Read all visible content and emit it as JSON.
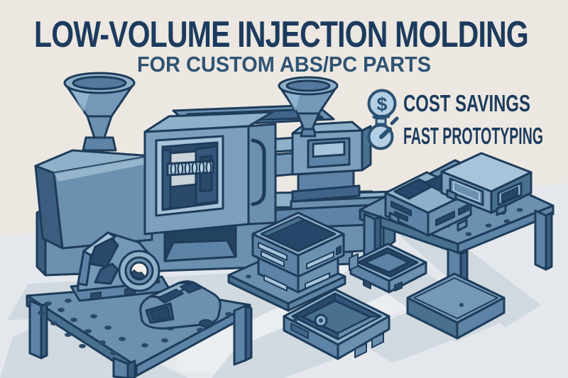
{
  "header": {
    "title": "LOW-VOLUME INJECTION MOLDING",
    "subtitle": "FOR CUSTOM ABS/PC PARTS"
  },
  "features": [
    {
      "label": "COST SAVINGS",
      "icon": "dollar-coin-icon",
      "icon_glyph": "$"
    },
    {
      "label": "FAST PROTOTYPING",
      "icon": "stopwatch-icon"
    }
  ],
  "illustration": {
    "scene": "Isometric flat-style illustration of an injection molding machine with two material hoppers, a clamping unit with visible screw, and worktables displaying molded ABS/PC plastic enclosures, housings and trays",
    "machine_parts": [
      "material-hopper-large",
      "material-hopper-small",
      "clamping-unit",
      "injection-unit",
      "machine-base"
    ],
    "molded_parts": [
      "gearbox-bracket",
      "device-housing-shell",
      "vented-enclosure-stack",
      "compartment-tray",
      "open-enclosure-shell",
      "closed-lid-box",
      "two-compartment-box",
      "electronics-enclosure"
    ]
  },
  "colors": {
    "background": "#ece8e1",
    "floor": "#e4e8ec",
    "floor_shadow": "#ccd6de",
    "title": "#1c3b5e",
    "subtitle": "#2f5373",
    "outline": "#1e3c5a",
    "machine_body": "#7498b8",
    "machine_light": "#a7c4da",
    "machine_dark": "#3a5d80",
    "icon_fill": "#b4cfe4",
    "icon_stroke": "#2a5273"
  }
}
